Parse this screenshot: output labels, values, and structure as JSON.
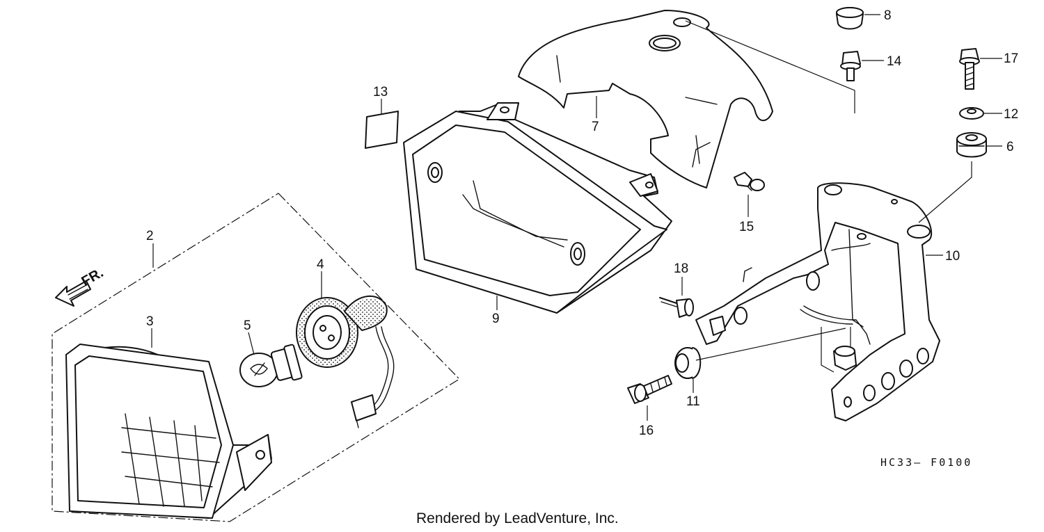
{
  "diagram": {
    "drawing_code": "HC33– F0100",
    "credit": "Rendered by LeadVenture, Inc.",
    "direction_label": "FR.",
    "callouts": [
      {
        "id": "2",
        "label": "2"
      },
      {
        "id": "3",
        "label": "3"
      },
      {
        "id": "4",
        "label": "4"
      },
      {
        "id": "5",
        "label": "5"
      },
      {
        "id": "6",
        "label": "6"
      },
      {
        "id": "7",
        "label": "7"
      },
      {
        "id": "8",
        "label": "8"
      },
      {
        "id": "9",
        "label": "9"
      },
      {
        "id": "10",
        "label": "10"
      },
      {
        "id": "11",
        "label": "11"
      },
      {
        "id": "12",
        "label": "12"
      },
      {
        "id": "13",
        "label": "13"
      },
      {
        "id": "14",
        "label": "14"
      },
      {
        "id": "15",
        "label": "15"
      },
      {
        "id": "16",
        "label": "16"
      },
      {
        "id": "17",
        "label": "17"
      },
      {
        "id": "18",
        "label": "18"
      }
    ]
  }
}
